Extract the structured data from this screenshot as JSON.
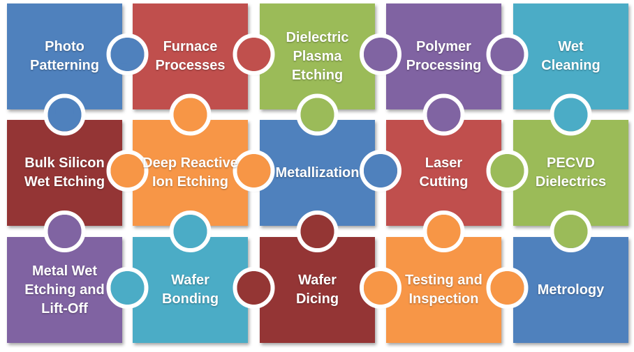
{
  "pieces": [
    {
      "row": 0,
      "col": 0,
      "label": "Photo\nPatterning",
      "color": "#4f81bd"
    },
    {
      "row": 0,
      "col": 1,
      "label": "Furnace\nProcesses",
      "color": "#c0504d"
    },
    {
      "row": 0,
      "col": 2,
      "label": "Dielectric\nPlasma\nEtching",
      "color": "#9bbb59"
    },
    {
      "row": 0,
      "col": 3,
      "label": "Polymer\nProcessing",
      "color": "#8064a2"
    },
    {
      "row": 0,
      "col": 4,
      "label": "Wet\nCleaning",
      "color": "#4bacc6"
    },
    {
      "row": 1,
      "col": 0,
      "label": "Bulk Silicon\nWet Etching",
      "color": "#943634"
    },
    {
      "row": 1,
      "col": 1,
      "label": "Deep Reactive\nIon Etching",
      "color": "#f79646"
    },
    {
      "row": 1,
      "col": 2,
      "label": "Metallization",
      "color": "#4f81bd"
    },
    {
      "row": 1,
      "col": 3,
      "label": "Laser\nCutting",
      "color": "#c0504d"
    },
    {
      "row": 1,
      "col": 4,
      "label": "PECVD\nDielectrics",
      "color": "#9bbb59"
    },
    {
      "row": 2,
      "col": 0,
      "label": "Metal Wet\nEtching and\nLift-Off",
      "color": "#8064a2"
    },
    {
      "row": 2,
      "col": 1,
      "label": "Wafer\nBonding",
      "color": "#4bacc6"
    },
    {
      "row": 2,
      "col": 2,
      "label": "Wafer\nDicing",
      "color": "#943634"
    },
    {
      "row": 2,
      "col": 3,
      "label": "Testing and\nInspection",
      "color": "#f79646"
    },
    {
      "row": 2,
      "col": 4,
      "label": "Metrology",
      "color": "#4f81bd"
    }
  ],
  "connectors": [
    {
      "between": [
        0,
        1
      ],
      "owner": 0
    },
    {
      "between": [
        1,
        2
      ],
      "owner": 1
    },
    {
      "between": [
        2,
        3
      ],
      "owner": 3
    },
    {
      "between": [
        3,
        4
      ],
      "owner": 3
    },
    {
      "between": [
        5,
        6
      ],
      "owner": 6
    },
    {
      "between": [
        6,
        7
      ],
      "owner": 6
    },
    {
      "between": [
        7,
        8
      ],
      "owner": 7
    },
    {
      "between": [
        8,
        9
      ],
      "owner": 9
    },
    {
      "between": [
        10,
        11
      ],
      "owner": 11
    },
    {
      "between": [
        11,
        12
      ],
      "owner": 12
    },
    {
      "between": [
        12,
        13
      ],
      "owner": 13
    },
    {
      "between": [
        13,
        14
      ],
      "owner": 13
    },
    {
      "between": [
        0,
        5
      ],
      "owner": 0
    },
    {
      "between": [
        1,
        6
      ],
      "owner": 6
    },
    {
      "between": [
        2,
        7
      ],
      "owner": 2
    },
    {
      "between": [
        3,
        8
      ],
      "owner": 3
    },
    {
      "between": [
        4,
        9
      ],
      "owner": 4
    },
    {
      "between": [
        5,
        10
      ],
      "owner": 10
    },
    {
      "between": [
        6,
        11
      ],
      "owner": 11
    },
    {
      "between": [
        7,
        12
      ],
      "owner": 12
    },
    {
      "between": [
        8,
        13
      ],
      "owner": 13
    },
    {
      "between": [
        9,
        14
      ],
      "owner": 9
    }
  ]
}
